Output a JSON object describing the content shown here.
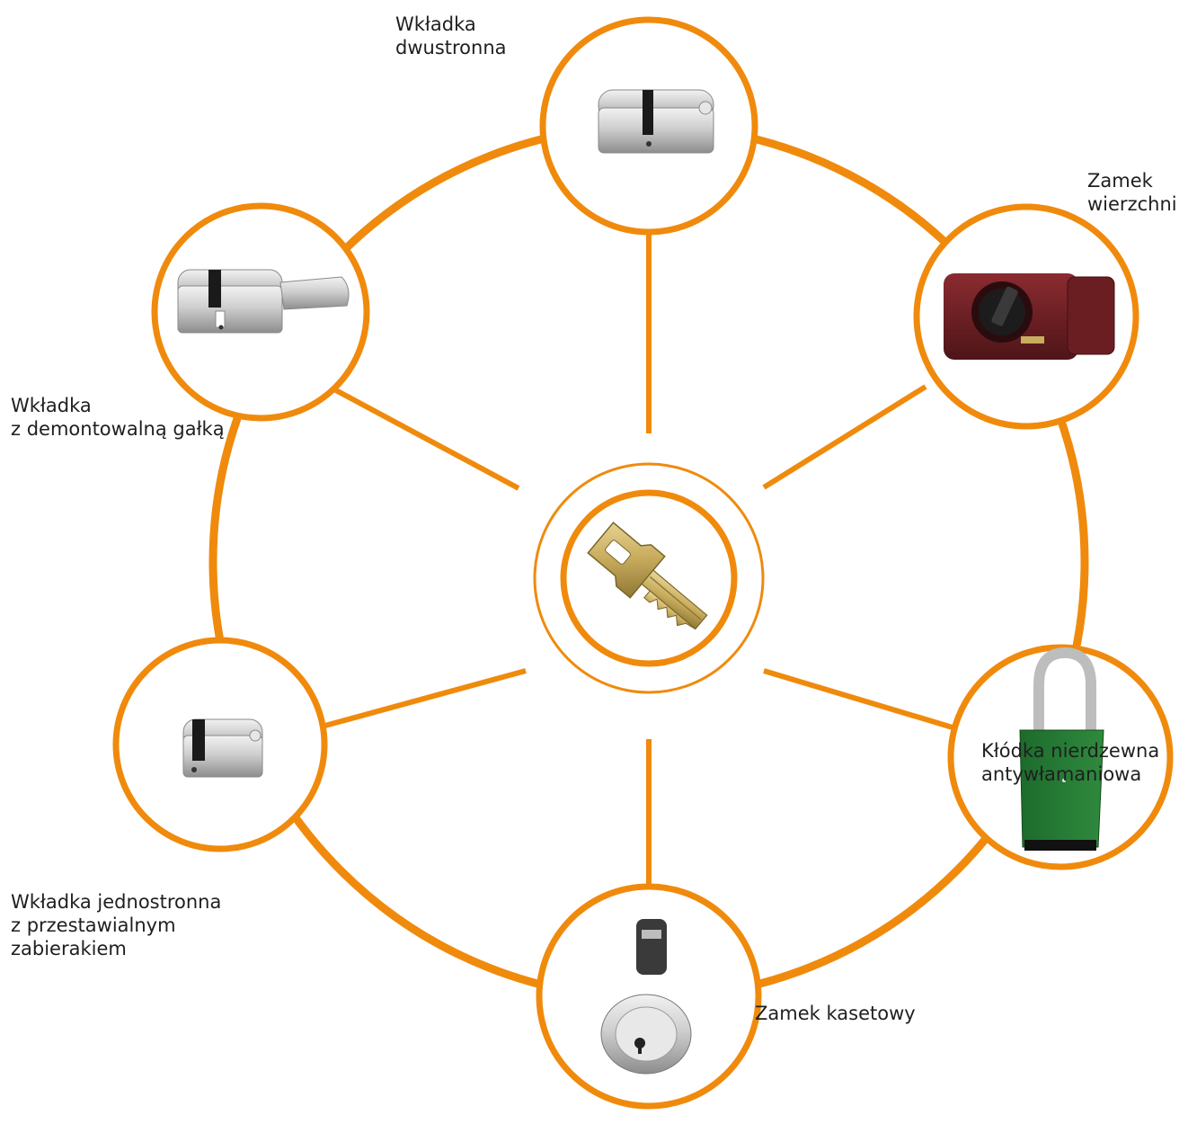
{
  "colors": {
    "accent": "#F08A0C",
    "background": "#FFFFFF",
    "text": "#1F1F1F"
  },
  "center": {
    "icon": "key-icon"
  },
  "nodes": [
    {
      "id": "top",
      "icon": "double-cylinder-icon",
      "label": [
        "Wkładka",
        "dwustronna"
      ]
    },
    {
      "id": "top-right",
      "icon": "rim-lock-icon",
      "label": [
        "Zamek",
        "wierzchni"
      ]
    },
    {
      "id": "bottom-right",
      "icon": "padlock-icon",
      "label": [
        "Kłódka nierdzewna",
        "antywłamaniowa"
      ]
    },
    {
      "id": "bottom",
      "icon": "cam-lock-icon",
      "label": [
        "Zamek kasetowy"
      ]
    },
    {
      "id": "bottom-left",
      "icon": "half-cylinder-icon",
      "label": [
        "Wkładka jednostronna",
        "z przestawialnym",
        "zabierakiem"
      ]
    },
    {
      "id": "top-left",
      "icon": "knob-cylinder-icon",
      "label": [
        "Wkładka",
        "z demontowalną gałką"
      ]
    }
  ]
}
